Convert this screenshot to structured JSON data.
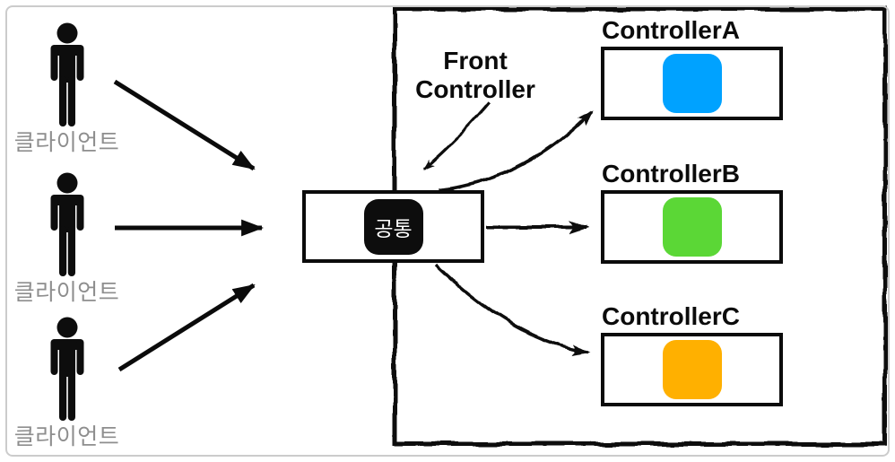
{
  "clients": [
    {
      "label": "클라이언트"
    },
    {
      "label": "클라이언트"
    },
    {
      "label": "클라이언트"
    }
  ],
  "front_controller": {
    "label": "Front Controller",
    "chip_label": "공통"
  },
  "controllers": [
    {
      "name": "ControllerA",
      "color": "#00A2FF"
    },
    {
      "name": "ControllerB",
      "color": "#5BD736"
    },
    {
      "name": "ControllerC",
      "color": "#FFB000"
    }
  ],
  "icons": {
    "client": "person-icon"
  },
  "colors": {
    "outline": "#0b0b0b",
    "chip_bg": "#0d0d0d",
    "chip_text": "#ffffff",
    "client_label_gray": "#8e8e8e",
    "controller_a_blue": "#00A2FF",
    "controller_b_green": "#5BD736",
    "controller_c_orange": "#FFB000",
    "frame_border": "#cccccc",
    "background": "#ffffff"
  }
}
